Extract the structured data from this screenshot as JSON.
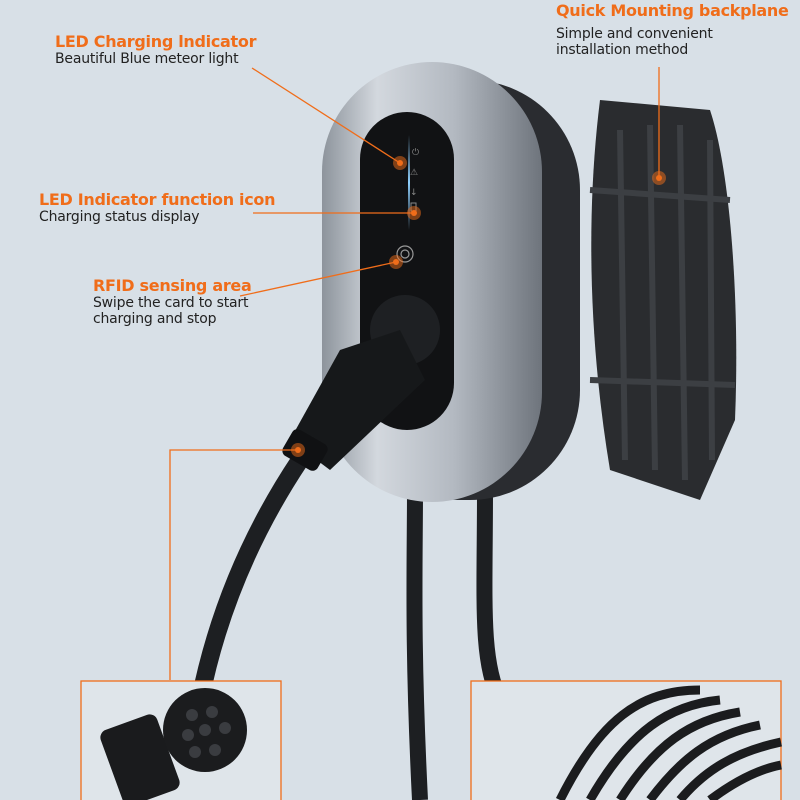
{
  "callouts": {
    "led_charging": {
      "title": "LED Charging lndicator",
      "desc": "Beautiful Blue meteor light"
    },
    "led_function": {
      "title": "LED Indicator function icon",
      "desc": "Charging status display"
    },
    "rfid": {
      "title": "RFID sensing area",
      "desc_line1": "Swipe the card to start",
      "desc_line2": "charging and stop"
    },
    "backplane": {
      "title": "Quick Mounting backplane",
      "desc_line1": "Simple and convenient",
      "desc_line2": "installation method"
    }
  },
  "colors": {
    "accent": "#f06d1a",
    "background": "#d8e0e7",
    "led_blue": "#8fd0ff"
  }
}
